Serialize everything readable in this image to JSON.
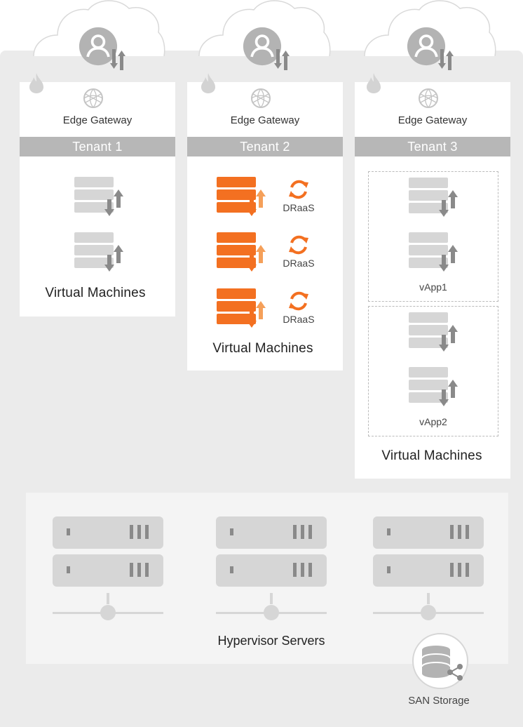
{
  "tenants": [
    {
      "edge_label": "Edge Gateway",
      "name": "Tenant 1",
      "vm_label": "Virtual Machines"
    },
    {
      "edge_label": "Edge Gateway",
      "name": "Tenant 2",
      "vm_label": "Virtual Machines",
      "draas_labels": [
        "DRaaS",
        "DRaaS",
        "DRaaS"
      ]
    },
    {
      "edge_label": "Edge Gateway",
      "name": "Tenant 3",
      "vm_label": "Virtual Machines",
      "vapps": [
        "vApp1",
        "vApp2"
      ]
    }
  ],
  "hypervisor_label": "Hypervisor Servers",
  "san_label": "SAN Storage",
  "colors": {
    "accent_orange": "#f37021",
    "gray_server": "#d6d6d6",
    "gray_arrow": "#8a8a8a",
    "tenant_bar": "#b7b7b7"
  },
  "icons": [
    "cloud-icon",
    "user-icon",
    "transfer-arrows-icon",
    "firewall-flame-icon",
    "edge-gateway-icon",
    "vm-stack-icon",
    "sync-icon",
    "server-rack-icon",
    "network-node-icon",
    "database-share-icon"
  ]
}
